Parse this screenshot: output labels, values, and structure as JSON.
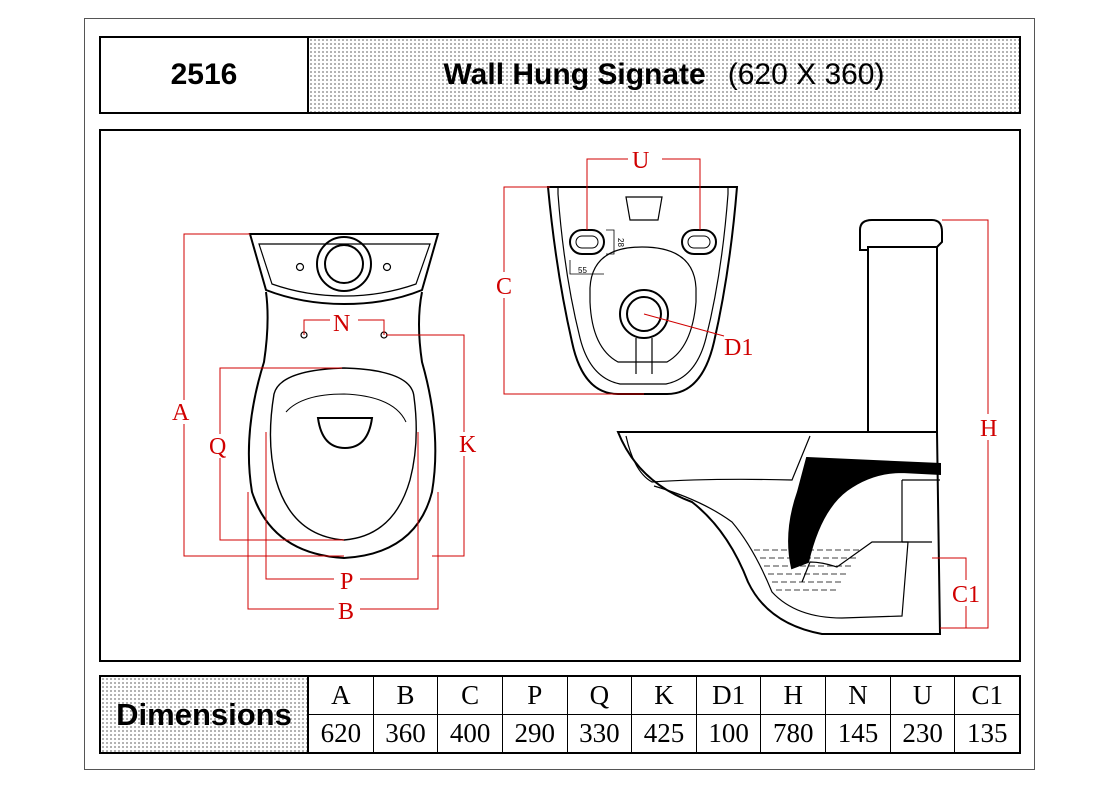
{
  "header": {
    "code": "2516",
    "title": "Wall Hung Signate",
    "size": "(620 X 360)"
  },
  "labels": {
    "a": "A",
    "q": "Q",
    "k": "K",
    "n": "N",
    "p": "P",
    "b": "B",
    "c": "C",
    "u": "U",
    "d1": "D1",
    "h": "H",
    "c1": "C1",
    "hole_w": "55",
    "hole_h": "28"
  },
  "dimensions": {
    "title": "Dimensions",
    "columns": [
      {
        "key": "A",
        "value": "620"
      },
      {
        "key": "B",
        "value": "360"
      },
      {
        "key": "C",
        "value": "400"
      },
      {
        "key": "P",
        "value": "290"
      },
      {
        "key": "Q",
        "value": "330"
      },
      {
        "key": "K",
        "value": "425"
      },
      {
        "key": "D1",
        "value": "100"
      },
      {
        "key": "H",
        "value": "780"
      },
      {
        "key": "N",
        "value": "145"
      },
      {
        "key": "U",
        "value": "230"
      },
      {
        "key": "C1",
        "value": "135"
      }
    ]
  },
  "colors": {
    "dimension_lines": "#d00000",
    "outline": "#000000"
  }
}
